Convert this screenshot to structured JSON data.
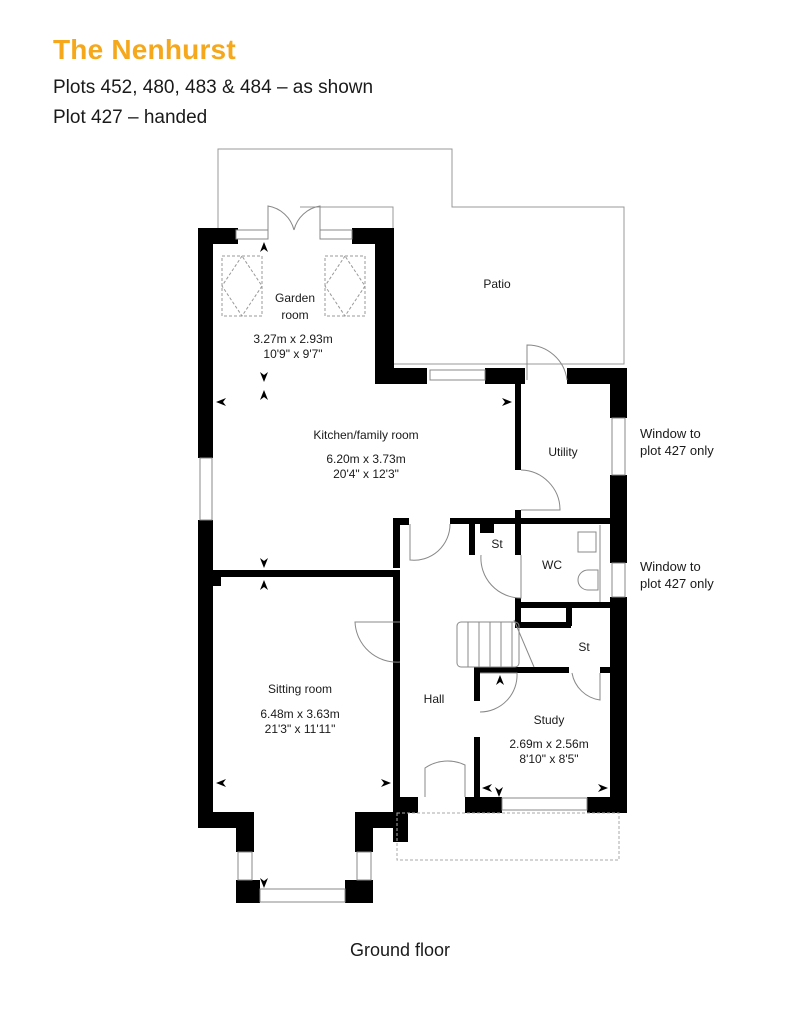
{
  "header": {
    "title": "The Nenhurst",
    "line1": "Plots 452, 480, 483 & 484 – as shown",
    "line2": "Plot 427 – handed",
    "accent_color": "#f5a81c"
  },
  "rooms": [
    {
      "name_line1": "Garden",
      "name_line2": "room",
      "metric": "3.27m x 2.93m",
      "imperial": "10'9\" x 9'7\""
    },
    {
      "name": "Kitchen/family room",
      "metric": "6.20m x 3.73m",
      "imperial": "20'4\" x 12'3\""
    },
    {
      "name": "Utility"
    },
    {
      "name": "St"
    },
    {
      "name": "WC"
    },
    {
      "name": "St"
    },
    {
      "name": "Sitting room",
      "metric": "6.48m x 3.63m",
      "imperial": "21'3\" x 11'11\""
    },
    {
      "name": "Hall"
    },
    {
      "name": "Study",
      "metric": "2.69m x 2.56m",
      "imperial": "8'10\" x 8'5\""
    },
    {
      "name": "Patio"
    }
  ],
  "notes": [
    {
      "line1": "Window to",
      "line2": "plot 427 only"
    },
    {
      "line1": "Window to",
      "line2": "plot 427 only"
    }
  ],
  "caption": "Ground floor"
}
